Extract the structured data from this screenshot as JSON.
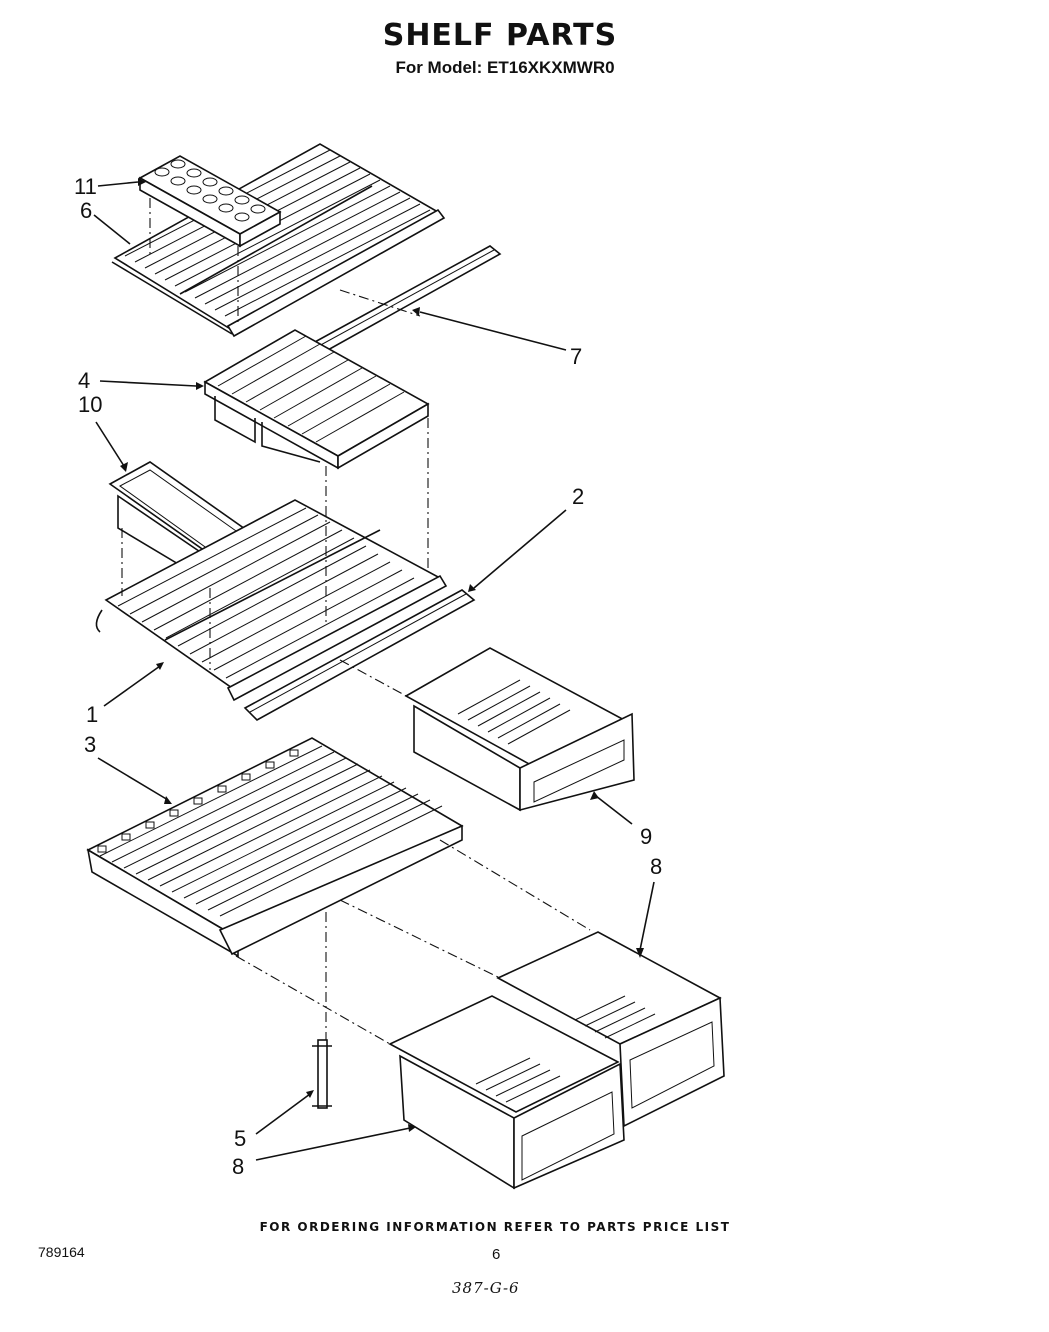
{
  "header": {
    "title": "SHELF PARTS",
    "subtitle": "For Model: ET16XKXMWR0"
  },
  "callouts": {
    "c11": "11",
    "c6": "6",
    "c7": "7",
    "c4": "4",
    "c10": "10",
    "c2": "2",
    "c1": "1",
    "c3": "3",
    "c9": "9",
    "c8a": "8",
    "c5": "5",
    "c8b": "8"
  },
  "footer": {
    "note": "FOR ORDERING INFORMATION REFER TO PARTS PRICE LIST",
    "doc_number": "789164",
    "page_number": "6",
    "handwritten_code": "387-G-6"
  }
}
